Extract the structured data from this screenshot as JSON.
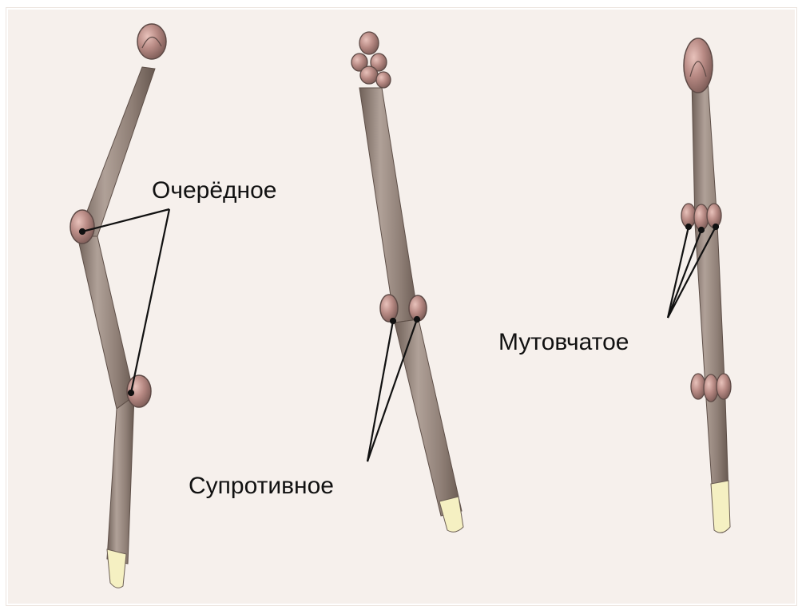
{
  "labels": {
    "alternate": "Очерёдное",
    "opposite": "Супротивное",
    "whorled": "Мутовчатое"
  },
  "colors": {
    "background": "#f6f0ec",
    "twig": "#8f7f76",
    "twig_shadow": "#6f6058",
    "twig_highlight": "#b0a198",
    "bud": "#b88a84",
    "bud_highlight": "#d8aba4",
    "bud_outline": "#5e4a46",
    "cut_end": "#f5f0c2",
    "pointer_line": "#111111"
  }
}
